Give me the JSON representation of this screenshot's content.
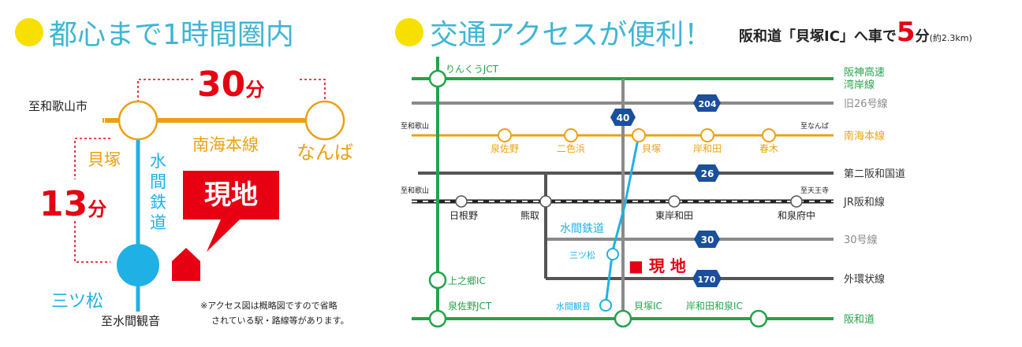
{
  "left_map": {
    "heading": "都心まで1時間圏内",
    "time_top": {
      "num": "30",
      "unit": "分"
    },
    "time_left": {
      "num": "13",
      "unit": "分"
    },
    "label_wakayama": "至和歌山市",
    "label_nankai": "南海本線",
    "label_namba": "なんば",
    "label_kaizuka": "貝塚",
    "label_mizuma": [
      "水",
      "間",
      "鉄",
      "道"
    ],
    "label_mitsumatsu": "三ツ松",
    "label_mizumakannon": "至水間観音",
    "label_genchi": "現地",
    "note_line1": "※アクセス図は概略図ですので省略",
    "note_line2": "されている駅・路線等があります。"
  },
  "right_map": {
    "heading": "交通アクセスが便利！",
    "subheading_pre": "阪和道「貝塚IC」へ車で",
    "subheading_num": "5",
    "subheading_unit": "分",
    "subheading_note": "(約2.3km)",
    "route_labels": {
      "hanshin1": "阪神高速",
      "hanshin2": "湾岸線",
      "old26": "旧26号線",
      "nankai": "南海本線",
      "daini": "第二阪和国道",
      "jr": "JR阪和線",
      "r30": "30号線",
      "gaikan": "外環状線",
      "hanwa": "阪和道"
    },
    "route_badges": {
      "b204": "204",
      "b40": "40",
      "b26": "26",
      "b30": "30",
      "b170": "170"
    },
    "to_wakayama_nankai": "至和歌山",
    "to_namba": "至なんば",
    "to_wakayama_jr": "至和歌山",
    "to_tennoji": "至天王寺",
    "nankai_stations": [
      "泉佐野",
      "二色浜",
      "貝塚",
      "岸和田",
      "春木"
    ],
    "jr_stations": [
      "日根野",
      "熊取",
      "東岸和田",
      "和泉府中"
    ],
    "mizuma_line": "水間鉄道",
    "mitsumatsu": "三ツ松",
    "mizumakannon": "水間観音",
    "genchi": "■ 現 地",
    "rinku": "りんくうJCT",
    "kaminogo": "上之郷IC",
    "izumisano_jct": "泉佐野JCT",
    "kaizuka_ic": "貝塚IC",
    "kishiwada_ic": "岸和田和泉IC"
  },
  "colors": {
    "green": "#22a44a",
    "gray": "#8a8a8a",
    "orange": "#eea010",
    "dark": "#555555",
    "blue": "#1fb1e6",
    "red": "#e60012",
    "yellow": "#f7e000",
    "badge_blue": "#1a4f9c",
    "text": "#222222"
  }
}
